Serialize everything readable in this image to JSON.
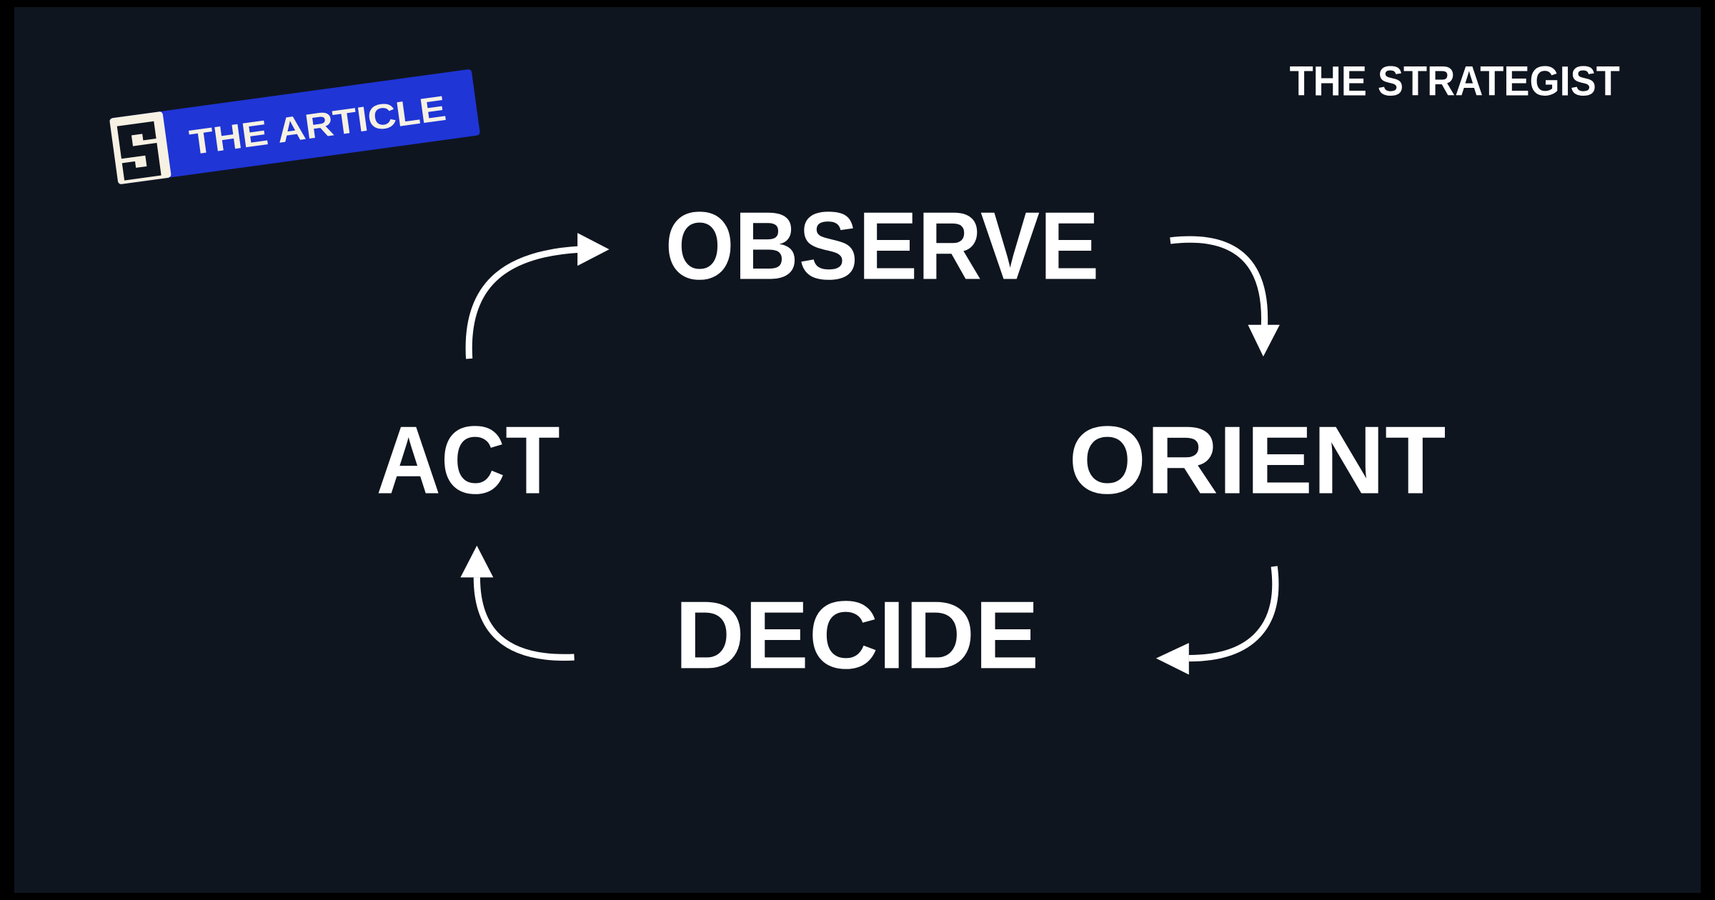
{
  "brand": {
    "badge_label": "THE ARTICLE",
    "badge_letter": "S",
    "section": "THE STRATEGIST"
  },
  "cycle": {
    "steps": [
      "OBSERVE",
      "ORIENT",
      "DECIDE",
      "ACT"
    ]
  },
  "colors": {
    "background": "#0f151f",
    "border": "#000000",
    "badge_blue": "#1f35d6",
    "cream": "#f7f1e3",
    "text": "#ffffff"
  }
}
